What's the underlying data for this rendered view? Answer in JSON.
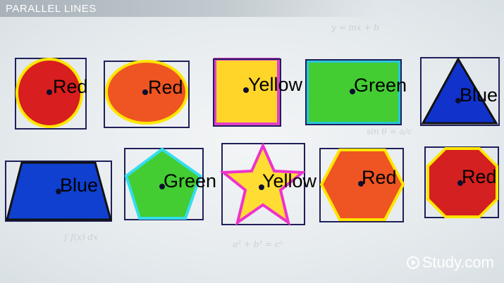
{
  "header": {
    "title": "PARALLEL LINES"
  },
  "shapes": [
    {
      "label": "Red",
      "shape": "circle",
      "fill": "#d81e1e",
      "outline": "#ffe600"
    },
    {
      "label": "Red",
      "shape": "ellipse",
      "fill": "#ee5522",
      "outline": "#ffe600"
    },
    {
      "label": "Yellow",
      "shape": "square",
      "fill": "#ffd52a",
      "outline": "#e040c8"
    },
    {
      "label": "Green",
      "shape": "rectangle",
      "fill": "#44cc33",
      "outline": "#28c8d8"
    },
    {
      "label": "Blue",
      "shape": "triangle",
      "fill": "#1133cc",
      "outline": "#111111"
    },
    {
      "label": "Blue",
      "shape": "trapezoid",
      "fill": "#1040d0",
      "outline": "#111111"
    },
    {
      "label": "Green",
      "shape": "pentagon",
      "fill": "#44cc33",
      "outline": "#33ddee"
    },
    {
      "label": "Yellow",
      "shape": "star",
      "fill": "#ffdd33",
      "outline": "#ee33cc"
    },
    {
      "label": "Red",
      "shape": "hexagon",
      "fill": "#ee5522",
      "outline": "#ffe600"
    },
    {
      "label": "Red",
      "shape": "octagon",
      "fill": "#d42020",
      "outline": "#ffe600"
    }
  ],
  "watermark": {
    "text": "Study.com",
    "icon": "play-circle-icon"
  }
}
